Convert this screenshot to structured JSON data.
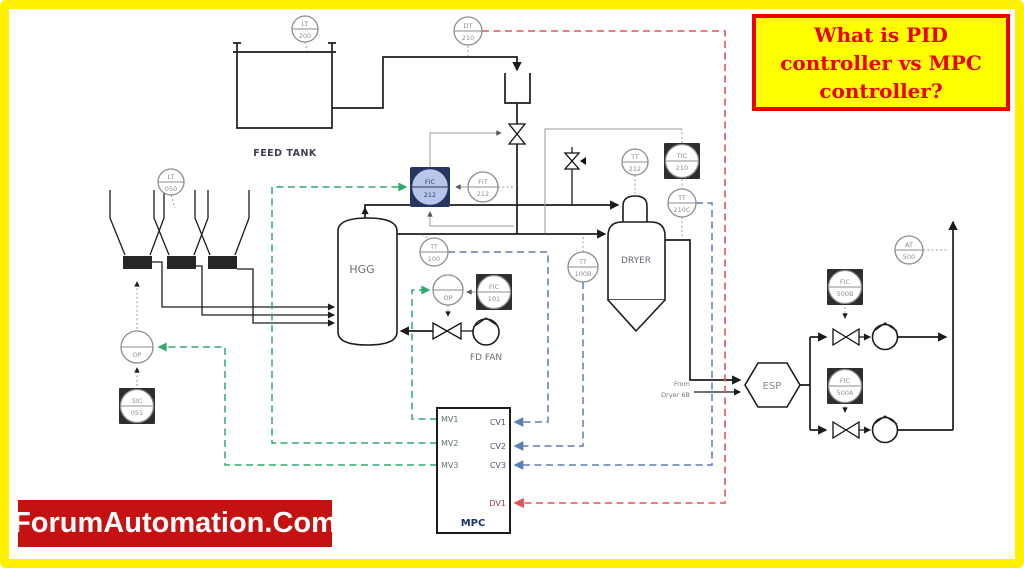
{
  "title_box": {
    "lines": [
      "What is PID",
      "controller vs MPC",
      "controller?"
    ],
    "text": "What is PID controller vs MPC controller?"
  },
  "banner": {
    "text": "ForumAutomation.Com"
  },
  "equipment": {
    "feed_tank": "FEED TANK",
    "hgg": "HGG",
    "dryer": "DRYER",
    "esp": "ESP",
    "fd_fan": "FD FAN",
    "from_dryer": [
      "From",
      "Dryer 6B"
    ]
  },
  "instruments": {
    "lt200": {
      "line1": "LT",
      "line2": "200"
    },
    "dt210": {
      "line1": "DT",
      "line2": "210"
    },
    "lt050": {
      "line1": "LT",
      "line2": "050"
    },
    "fic212": {
      "line1": "FIC",
      "line2": "212"
    },
    "fit212": {
      "line1": "FIT",
      "line2": "212"
    },
    "tt212": {
      "line1": "TT",
      "line2": "212"
    },
    "tic210": {
      "line1": "TIC",
      "line2": "210"
    },
    "tt210c": {
      "line1": "TT",
      "line2": "210C"
    },
    "tt100": {
      "line1": "TT",
      "line2": "100"
    },
    "tt100b": {
      "line1": "TT",
      "line2": "100B"
    },
    "op_fan": {
      "line2": "OP"
    },
    "fic101": {
      "line1": "FIC",
      "line2": "101"
    },
    "op_feeder": {
      "line2": "OP"
    },
    "sic051": {
      "line1": "SIC",
      "line2": "051"
    },
    "at500": {
      "line1": "AT",
      "line2": "500"
    },
    "fic500b": {
      "line1": "FIC",
      "line2": "500B"
    },
    "fic500a": {
      "line1": "FIC",
      "line2": "500A"
    }
  },
  "mpc": {
    "label": "MPC",
    "mv": [
      "MV1",
      "MV2",
      "MV3"
    ],
    "cv": [
      "CV1",
      "CV2",
      "CV3"
    ],
    "dv": "DV1"
  },
  "colors": {
    "frame": "#FFF100",
    "title_text": "#EC0000",
    "title_bg": "#FFFF00",
    "banner_bg": "#C41111",
    "mv_line": "#2EAA6E",
    "cv_line": "#5B7FB5",
    "dv_line": "#E05555",
    "fic212_highlight": "#B8C6EA"
  }
}
